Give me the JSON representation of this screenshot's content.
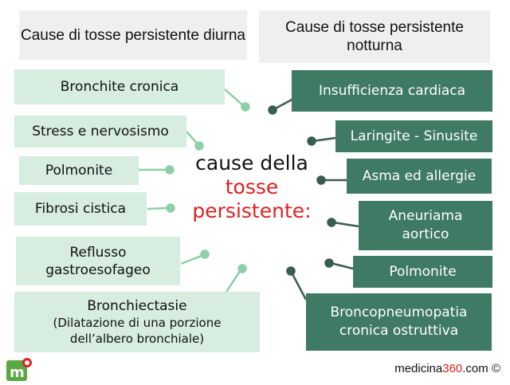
{
  "headers": {
    "left": "Cause di tosse persistente diurna",
    "right": "Cause di tosse persistente notturna"
  },
  "center": {
    "line1": "cause della",
    "line2": "tosse",
    "line3": "persistente:"
  },
  "left_items": [
    {
      "label": "Bronchite cronica"
    },
    {
      "label": "Stress e nervosismo"
    },
    {
      "label": "Polmonite"
    },
    {
      "label": "Fibrosi cistica"
    },
    {
      "label": "Reflusso gastroesofageo"
    },
    {
      "label": "Bronchiectasie",
      "sub": "(Dilatazione di una porzione dell’albero bronchiale)"
    }
  ],
  "right_items": [
    {
      "label": "Insufficienza cardiaca"
    },
    {
      "label": "Laringite - Sinusite"
    },
    {
      "label": "Asma ed allergie"
    },
    {
      "label": "Aneuriama aortico"
    },
    {
      "label": "Polmonite"
    },
    {
      "label": "Broncopneumopatia cronica ostruttiva"
    }
  ],
  "footer": {
    "brand_prefix": "medicina",
    "brand_accent": "360",
    "brand_suffix": ".com ©"
  },
  "colors": {
    "left_box": "#d6ede0",
    "right_box": "#3f7a64",
    "left_connector": "#8ccfa8",
    "right_connector": "#3a5d50",
    "accent_red": "#e02020"
  },
  "icons": {
    "logo": "medicina360-logo-icon"
  }
}
